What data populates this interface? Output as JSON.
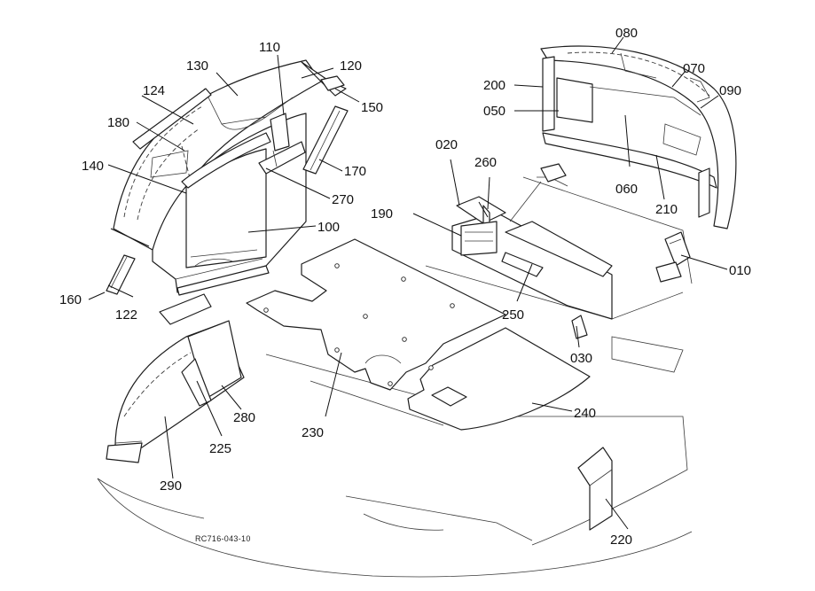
{
  "callouts": {
    "c010": "010",
    "c020": "020",
    "c030": "030",
    "c050": "050",
    "c060": "060",
    "c070": "070",
    "c080": "080",
    "c090": "090",
    "c100": "100",
    "c110": "110",
    "c120": "120",
    "c122": "122",
    "c124": "124",
    "c130": "130",
    "c140": "140",
    "c150": "150",
    "c160": "160",
    "c170": "170",
    "c180": "180",
    "c190": "190",
    "c200": "200",
    "c210": "210",
    "c220": "220",
    "c225": "225",
    "c230": "230",
    "c240": "240",
    "c250": "250",
    "c260": "260",
    "c270": "270",
    "c280": "280",
    "c290": "290"
  },
  "reference_code": "RC716-043-10"
}
